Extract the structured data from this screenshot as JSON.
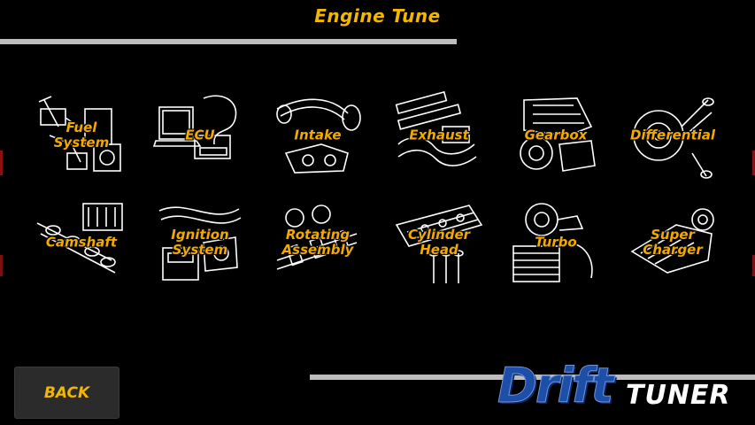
{
  "header": {
    "title": "Engine Tune"
  },
  "tiles": [
    {
      "label": "Fuel\nSystem",
      "icon": "fuel-system-icon"
    },
    {
      "label": "ECU",
      "icon": "ecu-icon"
    },
    {
      "label": "Intake",
      "icon": "intake-icon"
    },
    {
      "label": "Exhaust",
      "icon": "exhaust-icon"
    },
    {
      "label": "Gearbox",
      "icon": "gearbox-icon"
    },
    {
      "label": "Differential",
      "icon": "differential-icon"
    },
    {
      "label": "Camshaft",
      "icon": "camshaft-icon"
    },
    {
      "label": "Ignition\nSystem",
      "icon": "ignition-system-icon"
    },
    {
      "label": "Rotating\nAssembly",
      "icon": "rotating-assembly-icon"
    },
    {
      "label": "Cylinder\nHead",
      "icon": "cylinder-head-icon"
    },
    {
      "label": "Turbo",
      "icon": "turbo-icon"
    },
    {
      "label": "Super\nCharger",
      "icon": "supercharger-icon"
    }
  ],
  "footer": {
    "back_label": "BACK"
  },
  "logo": {
    "word1": "Drift",
    "word2": "TUNER"
  },
  "colors": {
    "accent": "#f2b705",
    "bar": "#bdbdbd",
    "logo_blue": "#1d4fa8"
  }
}
